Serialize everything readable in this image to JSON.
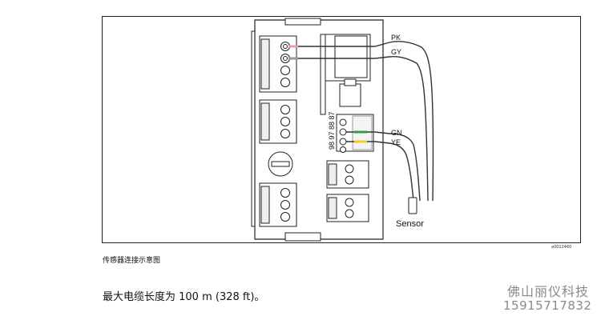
{
  "diagram": {
    "wire_labels": [
      "PK",
      "GY",
      "GN",
      "YE"
    ],
    "sensor_label": "Sensor",
    "terminal_numbers_vertical": "98 97 88 87",
    "colors": {
      "PK": "#e8a0a0",
      "GY": "#9a9a9a",
      "GN": "#2ea043",
      "YE": "#e8d21f"
    },
    "figure_id": "a0012460"
  },
  "caption": "传感器连接示意图",
  "note": "最大电缆长度为 100 m (328 ft)。",
  "watermark": {
    "company": "佛山丽仪科技",
    "phone": "15915717832"
  }
}
